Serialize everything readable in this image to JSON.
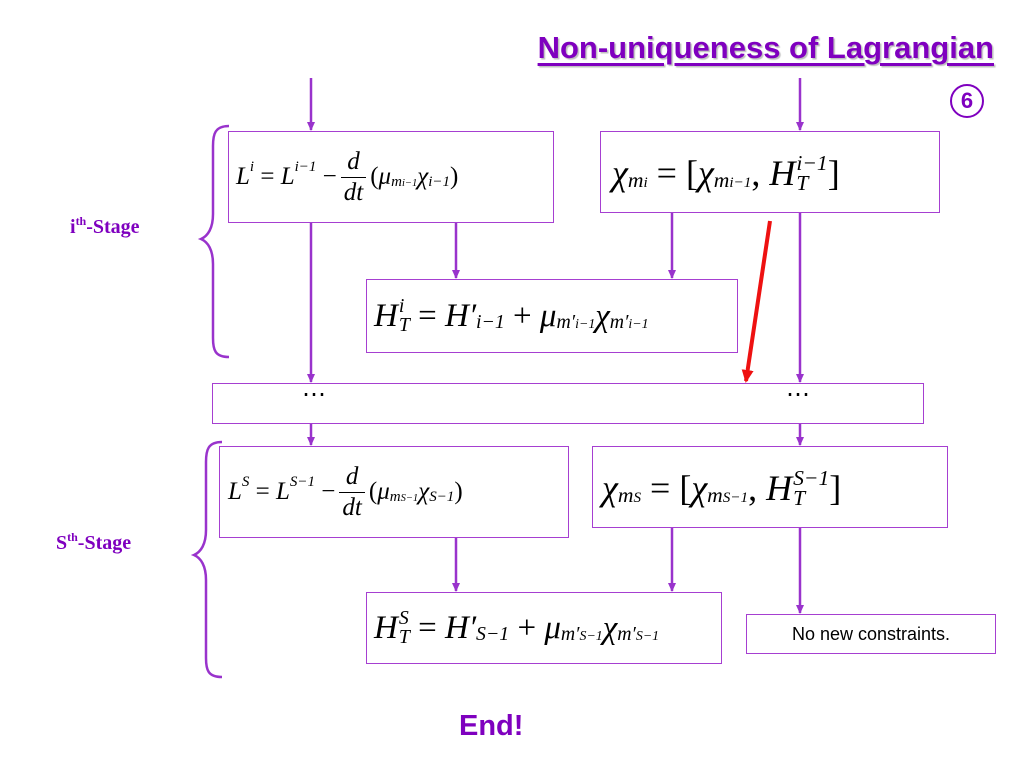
{
  "title": "Non-uniqueness of Lagrangian",
  "slide_number": "6",
  "colors": {
    "text_purple": "#7f00bf",
    "arrow_purple": "#9933cc",
    "box_border": "#a63fd1",
    "highlight_arrow": "#ee1111"
  },
  "stages": {
    "i": {
      "letter": "i",
      "sup": "th",
      "rest": "-Stage"
    },
    "s": {
      "letter": "S",
      "sup": "th",
      "rest": "-Stage"
    }
  },
  "ellipsis": "⋯",
  "note": "No new constraints.",
  "end_label": "End!"
}
